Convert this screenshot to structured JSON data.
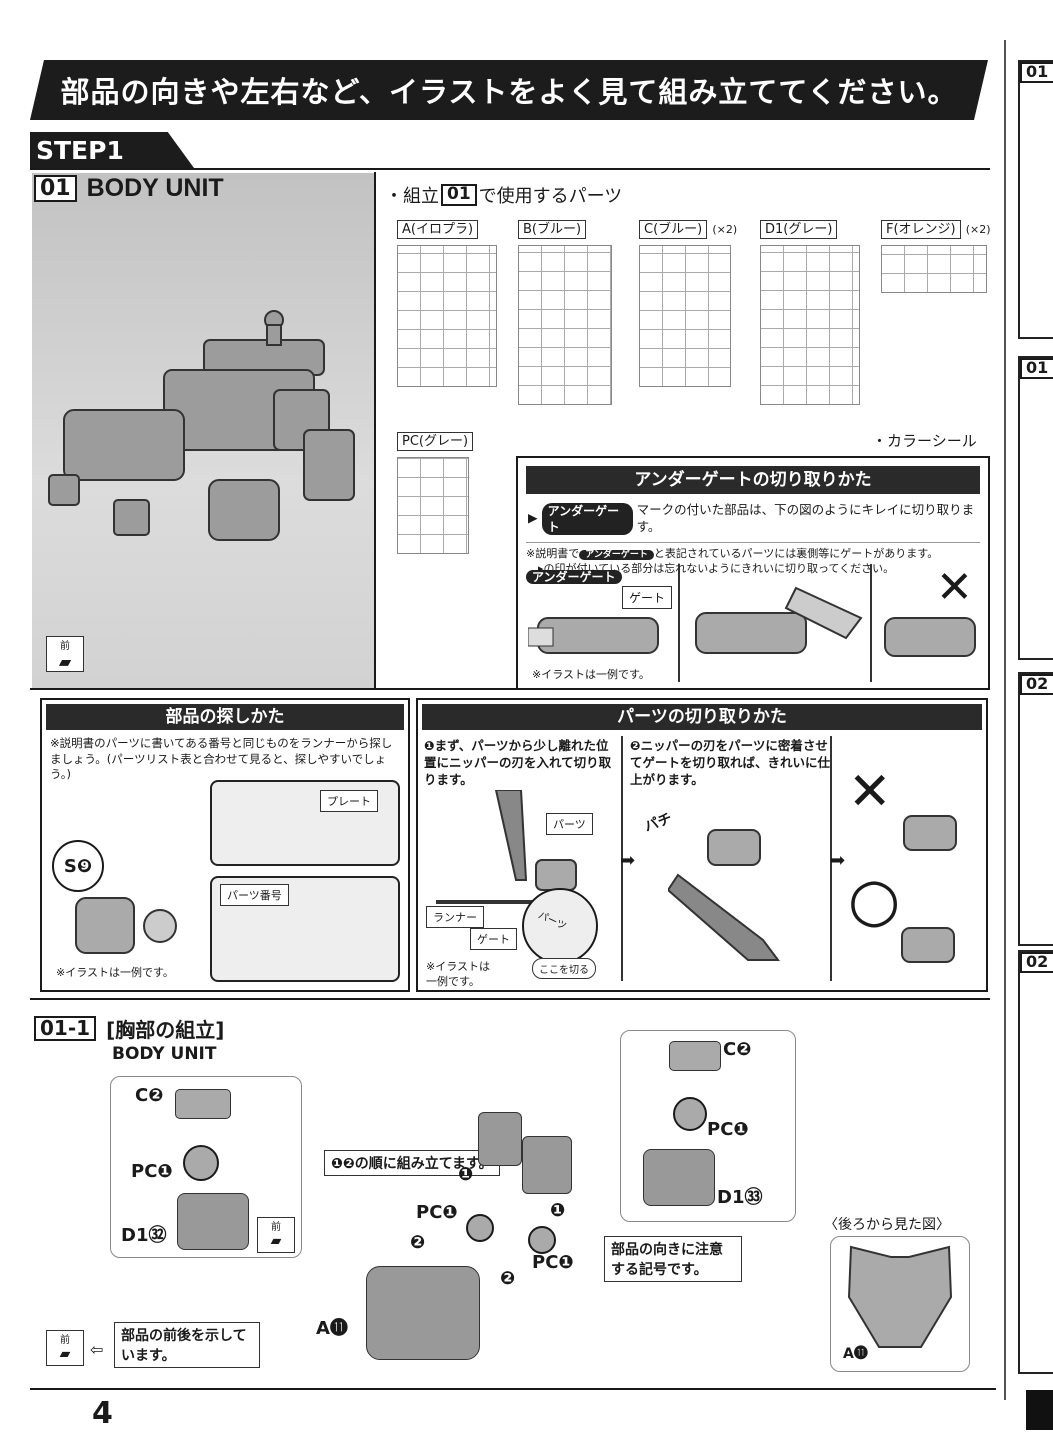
{
  "banner": {
    "title": "部品の向きや左右など、イラストをよく見て組み立ててください。"
  },
  "step": {
    "label": "STEP1"
  },
  "section01": {
    "num": "01",
    "title": "BODY UNIT"
  },
  "parts_used": {
    "heading_prefix": "・組立",
    "heading_num": "01",
    "heading_suffix": "で使用するパーツ",
    "runners": [
      {
        "name": "A(イロプラ)",
        "qty": ""
      },
      {
        "name": "B(ブルー)",
        "qty": ""
      },
      {
        "name": "C(ブルー)",
        "qty": "(×2)"
      },
      {
        "name": "D1(グレー)",
        "qty": ""
      },
      {
        "name": "F(オレンジ)",
        "qty": "(×2)"
      }
    ],
    "pc": "PC(グレー)",
    "color_seal": "・カラーシール"
  },
  "front_icon": "前",
  "undergate": {
    "title": "アンダーゲートの切り取りかた",
    "mark": "アンダーゲート",
    "line1": "マークの付いた部品は、下の図のようにキレイに切り取ります。",
    "note_a": "※説明書で",
    "note_b": "と表記されているパーツには裏側等にゲートがあります。",
    "note_c": "▸の印が付いている部分は忘れないようにきれいに切り取ってください。",
    "gate_label": "ゲート",
    "example": "※イラストは一例です。",
    "x_mark": "✕"
  },
  "find_parts": {
    "title": "部品の探しかた",
    "note": "※説明書のパーツに書いてある番号と同じものをランナーから探しましょう。(パーツリスト表と合わせて見ると、探しやすいでしょう。)",
    "plate": "プレート",
    "part_number": "パーツ番号",
    "code": "S❾",
    "example": "※イラストは一例です。"
  },
  "cut_parts": {
    "title": "パーツの切り取りかた",
    "step1": "❶まず、パーツから少し離れた位置にニッパーの刃を入れて切り取ります。",
    "step2": "❷ニッパーの刃をパーツに密着させてゲートを切り取れば、きれいに仕上がります。",
    "parts": "パーツ",
    "runner": "ランナー",
    "gate": "ゲート",
    "cut_here": "ここを切る",
    "parts2": "パーツ",
    "snap": "パチ",
    "example": "※イラストは一例です。",
    "bad": "✕",
    "good": "○"
  },
  "section01_1": {
    "num": "01-1",
    "title": "[胸部の組立]",
    "subtitle": "BODY UNIT",
    "left": {
      "c": "C❷",
      "pc": "PC❶",
      "d": "D1㉜"
    },
    "right": {
      "c": "C❷",
      "pc": "PC❶",
      "d": "D1㉝"
    },
    "order_note": "❶❷の順に組み立てます。",
    "pc_a": "PC❶",
    "pc_b": "PC❶",
    "a11": "A⓫",
    "dir_note": "部品の向きに注意する記号です。",
    "front_note": "部品の前後を示しています。",
    "back_view_title": "〈後ろから見た図〉",
    "back_view_label": "A⓫",
    "n1": "❶",
    "n2": "❷"
  },
  "page_number": "4",
  "right_edge": {
    "tabs": [
      "01",
      "01",
      "02",
      "02"
    ]
  }
}
